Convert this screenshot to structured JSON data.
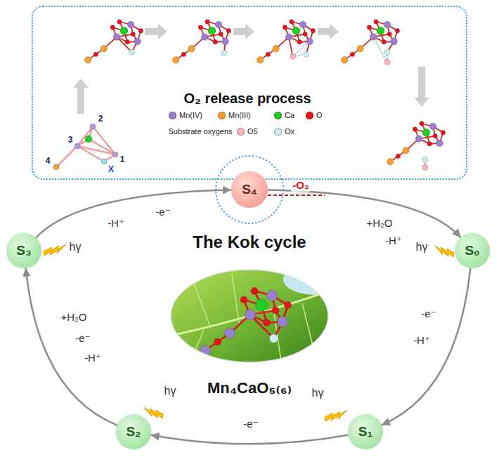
{
  "diagram": {
    "title": "The Kok cycle",
    "nodes": [
      {
        "text": [
          "O₂ release process"
        ]
      },
      {
        "text": [
          "S₄"
        ]
      },
      {
        "text": [
          "S₀"
        ]
      },
      {
        "text": [
          "S₁"
        ]
      },
      {
        "text": [
          "S₂"
        ]
      },
      {
        "text": [
          "S₃"
        ]
      }
    ],
    "edges": [
      {
        "from": 1,
        "to": 2,
        "arrow": "to",
        "label": "+H₂O"
      },
      {
        "from": 2,
        "to": 3,
        "arrow": "to",
        "label": "-e⁻"
      },
      {
        "from": 3,
        "to": 4,
        "arrow": "to",
        "label": "-e⁻"
      },
      {
        "from": 4,
        "to": 5,
        "arrow": "to",
        "label": "-e⁻"
      },
      {
        "from": 5,
        "to": 1,
        "arrow": "to",
        "label": "-e⁻"
      }
    ],
    "labels": [
      "-O₂",
      "-H⁺",
      "-H⁺",
      "-H⁺",
      "+H₂O",
      "-H⁺",
      "hγ",
      "hγ",
      "hγ",
      "hγ",
      "Mn₄CaO₅₍₆₎",
      "Substrate oxygens",
      "1",
      "2",
      "3",
      "4",
      "X"
    ],
    "legend": [
      {
        "text": "Mn(IV)",
        "color": "#9b7fd0"
      },
      {
        "text": "Mn(III)",
        "color": "#f0a030"
      },
      {
        "text": "Ca",
        "color": "#22cc22"
      },
      {
        "text": "O",
        "color": "#e8141c"
      },
      {
        "text": "O5",
        "color": "#f4b8b8"
      },
      {
        "text": "Ox",
        "color": "#cdeeee"
      }
    ]
  }
}
